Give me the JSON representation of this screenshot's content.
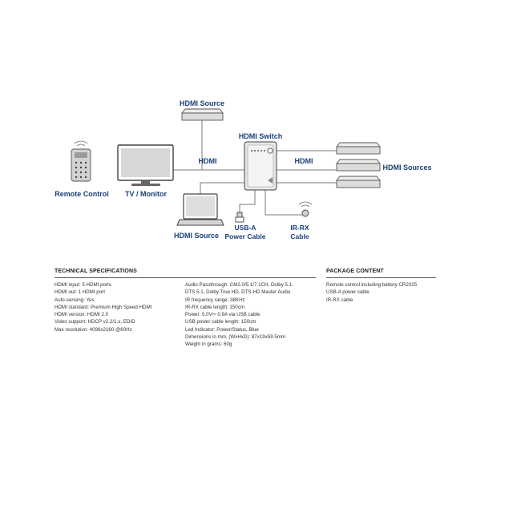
{
  "diagram": {
    "labels": {
      "hdmi_source_top": "HDMI Source",
      "hdmi_switch": "HDMI Switch",
      "hdmi_left": "HDMI",
      "hdmi_right": "HDMI",
      "hdmi_sources": "HDMI Sources",
      "remote_control": "Remote Control",
      "tv_monitor": "TV / Monitor",
      "hdmi_source_bottom": "HDMI Source",
      "usb_a_line1": "USB-A",
      "usb_a_line2": "Power Cable",
      "ir_rx_line1": "IR-RX",
      "ir_rx_line2": "Cable"
    },
    "icons": [
      "remote-control-icon",
      "tv-monitor-icon",
      "set-top-box-icon",
      "hdmi-switch-icon",
      "laptop-icon",
      "usb-plug-icon",
      "ir-receiver-icon"
    ]
  },
  "specs": {
    "heading": "TECHNICAL SPECIFICATIONS",
    "col1": [
      "HDMI input: 5 HDMI ports",
      "HDMI out: 1 HDMI port",
      "Auto-sensing: Yes",
      "HDMI standard: Premium High Speed HDMI",
      "HDMI version: HDMI 2.0",
      "Video support: HDCP v2.2/1.x, EDID",
      "Max resolution: 4096x2160 @60Hz"
    ],
    "col2": [
      "Audio Passthrough: CM2.0/5.1/7.1CH, Dolby 5.1,",
      "DTS 5.1, Dolby True HD, DTS-HD Master Audio",
      "IR frequency range: 38KHz",
      "IR-RX cable length: 150cm",
      "Power: 5.0V⎓ 0.9A via USB cable",
      "USB power cable length: 150cm",
      "Led Indicator: Power/Status, Blue",
      "Dimensions in mm. (WxHxD): 87x19x59.5mm",
      "Weight in grams: 60g"
    ]
  },
  "package": {
    "heading": "PACKAGE CONTENT",
    "items": [
      "Remote control including battery CR2025",
      "USB-A power cable",
      "IR-RX cable"
    ]
  },
  "colors": {
    "label_blue": "#1b3f7a",
    "line_gray": "#7a7a7a",
    "device_gray": "#d9d9d9"
  }
}
